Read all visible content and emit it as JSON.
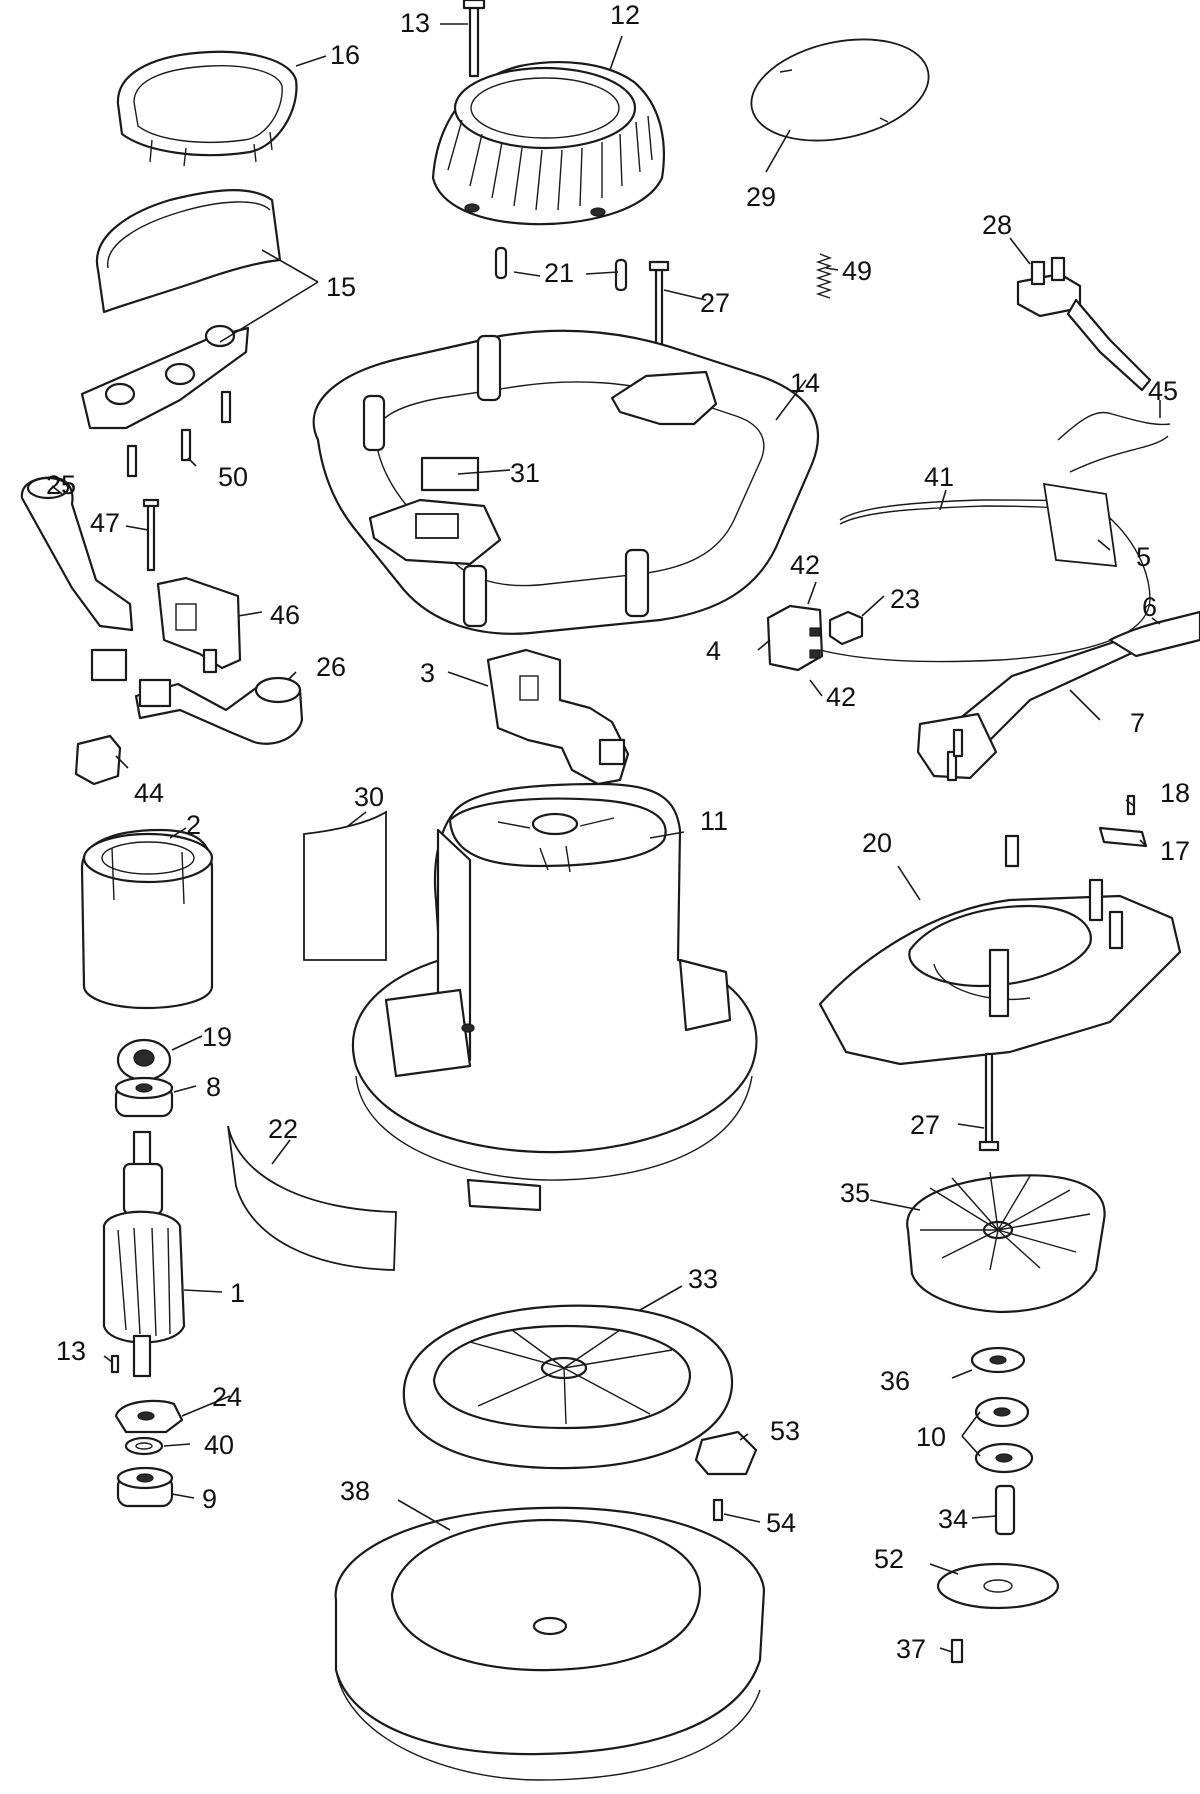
{
  "callouts": [
    {
      "id": "c13a",
      "label": "13"
    },
    {
      "id": "c12",
      "label": "12"
    },
    {
      "id": "c16",
      "label": "16"
    },
    {
      "id": "c29",
      "label": "29"
    },
    {
      "id": "c28",
      "label": "28"
    },
    {
      "id": "c15",
      "label": "15"
    },
    {
      "id": "c21",
      "label": "21"
    },
    {
      "id": "c27a",
      "label": "27"
    },
    {
      "id": "c49",
      "label": "49"
    },
    {
      "id": "c14",
      "label": "14"
    },
    {
      "id": "c45",
      "label": "45"
    },
    {
      "id": "c50",
      "label": "50"
    },
    {
      "id": "c31",
      "label": "31"
    },
    {
      "id": "c41",
      "label": "41"
    },
    {
      "id": "c25",
      "label": "25"
    },
    {
      "id": "c47",
      "label": "47"
    },
    {
      "id": "c5",
      "label": "5"
    },
    {
      "id": "c46",
      "label": "46"
    },
    {
      "id": "c42a",
      "label": "42"
    },
    {
      "id": "c23",
      "label": "23"
    },
    {
      "id": "c6",
      "label": "6"
    },
    {
      "id": "c4",
      "label": "4"
    },
    {
      "id": "c26",
      "label": "26"
    },
    {
      "id": "c3",
      "label": "3"
    },
    {
      "id": "c42b",
      "label": "42"
    },
    {
      "id": "c7",
      "label": "7"
    },
    {
      "id": "c44",
      "label": "44"
    },
    {
      "id": "c30",
      "label": "30"
    },
    {
      "id": "c18",
      "label": "18"
    },
    {
      "id": "c11",
      "label": "11"
    },
    {
      "id": "c2",
      "label": "2"
    },
    {
      "id": "c17",
      "label": "17"
    },
    {
      "id": "c20",
      "label": "20"
    },
    {
      "id": "c19",
      "label": "19"
    },
    {
      "id": "c8",
      "label": "8"
    },
    {
      "id": "c22",
      "label": "22"
    },
    {
      "id": "c27b",
      "label": "27"
    },
    {
      "id": "c35",
      "label": "35"
    },
    {
      "id": "c1",
      "label": "1"
    },
    {
      "id": "c33",
      "label": "33"
    },
    {
      "id": "c13b",
      "label": "13"
    },
    {
      "id": "c36",
      "label": "36"
    },
    {
      "id": "c24",
      "label": "24"
    },
    {
      "id": "c10",
      "label": "10"
    },
    {
      "id": "c40",
      "label": "40"
    },
    {
      "id": "c53",
      "label": "53"
    },
    {
      "id": "c9",
      "label": "9"
    },
    {
      "id": "c38",
      "label": "38"
    },
    {
      "id": "c54",
      "label": "54"
    },
    {
      "id": "c34",
      "label": "34"
    },
    {
      "id": "c52",
      "label": "52"
    },
    {
      "id": "c37",
      "label": "37"
    }
  ]
}
